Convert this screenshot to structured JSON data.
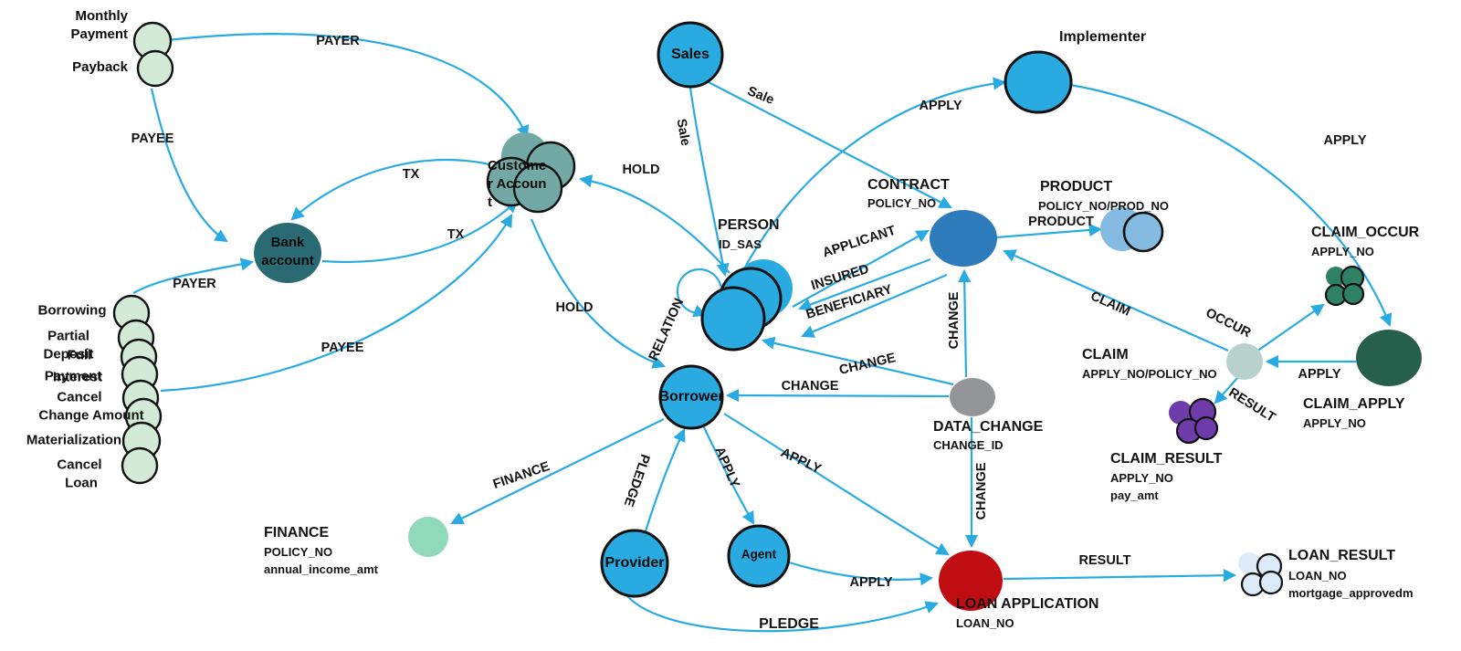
{
  "colors": {
    "edge": "#29abe2",
    "node_bright_blue": "#29abe2",
    "node_steel_blue": "#2e7bbc",
    "node_light_blue": "#85bbe0",
    "node_pale_blue": "#dcebf7",
    "node_dark_teal": "#2a6a73",
    "node_teal": "#72a9a5",
    "node_light_green": "#d3ead7",
    "node_mint": "#90d9bb",
    "node_gray_green": "#b9d1cb",
    "node_green": "#2e8165",
    "node_dark_green": "#26604d",
    "node_purple": "#6e3caa",
    "node_gray": "#939598",
    "node_red": "#c00d12"
  },
  "nodes": {
    "monthly_payment": {
      "label": "Monthly Payment"
    },
    "payback": {
      "label": "Payback"
    },
    "bank_account": {
      "label": "Bank account"
    },
    "customer_account": {
      "label": "Customer Account"
    },
    "sales": {
      "label": "Sales"
    },
    "implementer": {
      "label": "Implementer"
    },
    "person": {
      "title": "PERSON",
      "attr1": "ID_SAS"
    },
    "contract": {
      "title": "CONTRACT",
      "attr1": "POLICY_NO"
    },
    "product": {
      "title": "PRODUCT",
      "attr1": "POLICY_NO/PROD_NO"
    },
    "data_change": {
      "title": "DATA_CHANGE",
      "attr1": "CHANGE_ID"
    },
    "borrower": {
      "label": "Borrower"
    },
    "provider": {
      "label": "Provider"
    },
    "agent": {
      "label": "Agent"
    },
    "finance": {
      "title": "FINANCE",
      "attr1": "POLICY_NO",
      "attr2": "annual_income_amt"
    },
    "loan_application": {
      "title": "LOAN APPLICATION",
      "attr1": "LOAN_NO"
    },
    "loan_result": {
      "title": "LOAN_RESULT",
      "attr1": "LOAN_NO",
      "attr2": "mortgage_approvedm"
    },
    "claim": {
      "title": "CLAIM",
      "attr1": "APPLY_NO/POLICY_NO"
    },
    "claim_occur": {
      "title": "CLAIM_OCCUR",
      "attr1": "APPLY_NO"
    },
    "claim_apply": {
      "title": "CLAIM_APPLY",
      "attr1": "APPLY_NO"
    },
    "claim_result": {
      "title": "CLAIM_RESULT",
      "attr1": "APPLY_NO",
      "attr2": "pay_amt"
    }
  },
  "loan_events": [
    "Borrowing",
    "Partial",
    "Deposit",
    "Full",
    "Payment",
    "Interest",
    "Cancel",
    "Change Amount",
    "Materialization",
    "Cancel",
    "Loan"
  ],
  "edge_labels": {
    "payer_top": "PAYER",
    "payee_top": "PAYEE",
    "payer_left": "PAYER",
    "payee_left": "PAYEE",
    "tx_top": "TX",
    "tx_bottom": "TX",
    "hold_top": "HOLD",
    "hold_bottom": "HOLD",
    "sale_left": "Sale",
    "sale_right": "Sale",
    "apply_implementer": "APPLY",
    "apply_implementer_claim": "APPLY",
    "applicant": "APPLICANT",
    "insured": "INSURED",
    "beneficiary": "BENEFICIARY",
    "relation": "RELATION",
    "change_person": "CHANGE",
    "change_borrower": "CHANGE",
    "change_contract": "CHANGE",
    "change_loan": "CHANGE",
    "product": "PRODUCT",
    "claim": "CLAIM",
    "occur": "OCCUR",
    "apply_claim": "APPLY",
    "result_claim": "RESULT",
    "finance": "FINANCE",
    "pledge_borrower": "PLEDGE",
    "apply_agent": "APPLY",
    "apply_borrower_loan": "APPLY",
    "apply_agent_loan": "APPLY",
    "pledge_loan": "PLEDGE",
    "result_loan": "RESULT"
  }
}
